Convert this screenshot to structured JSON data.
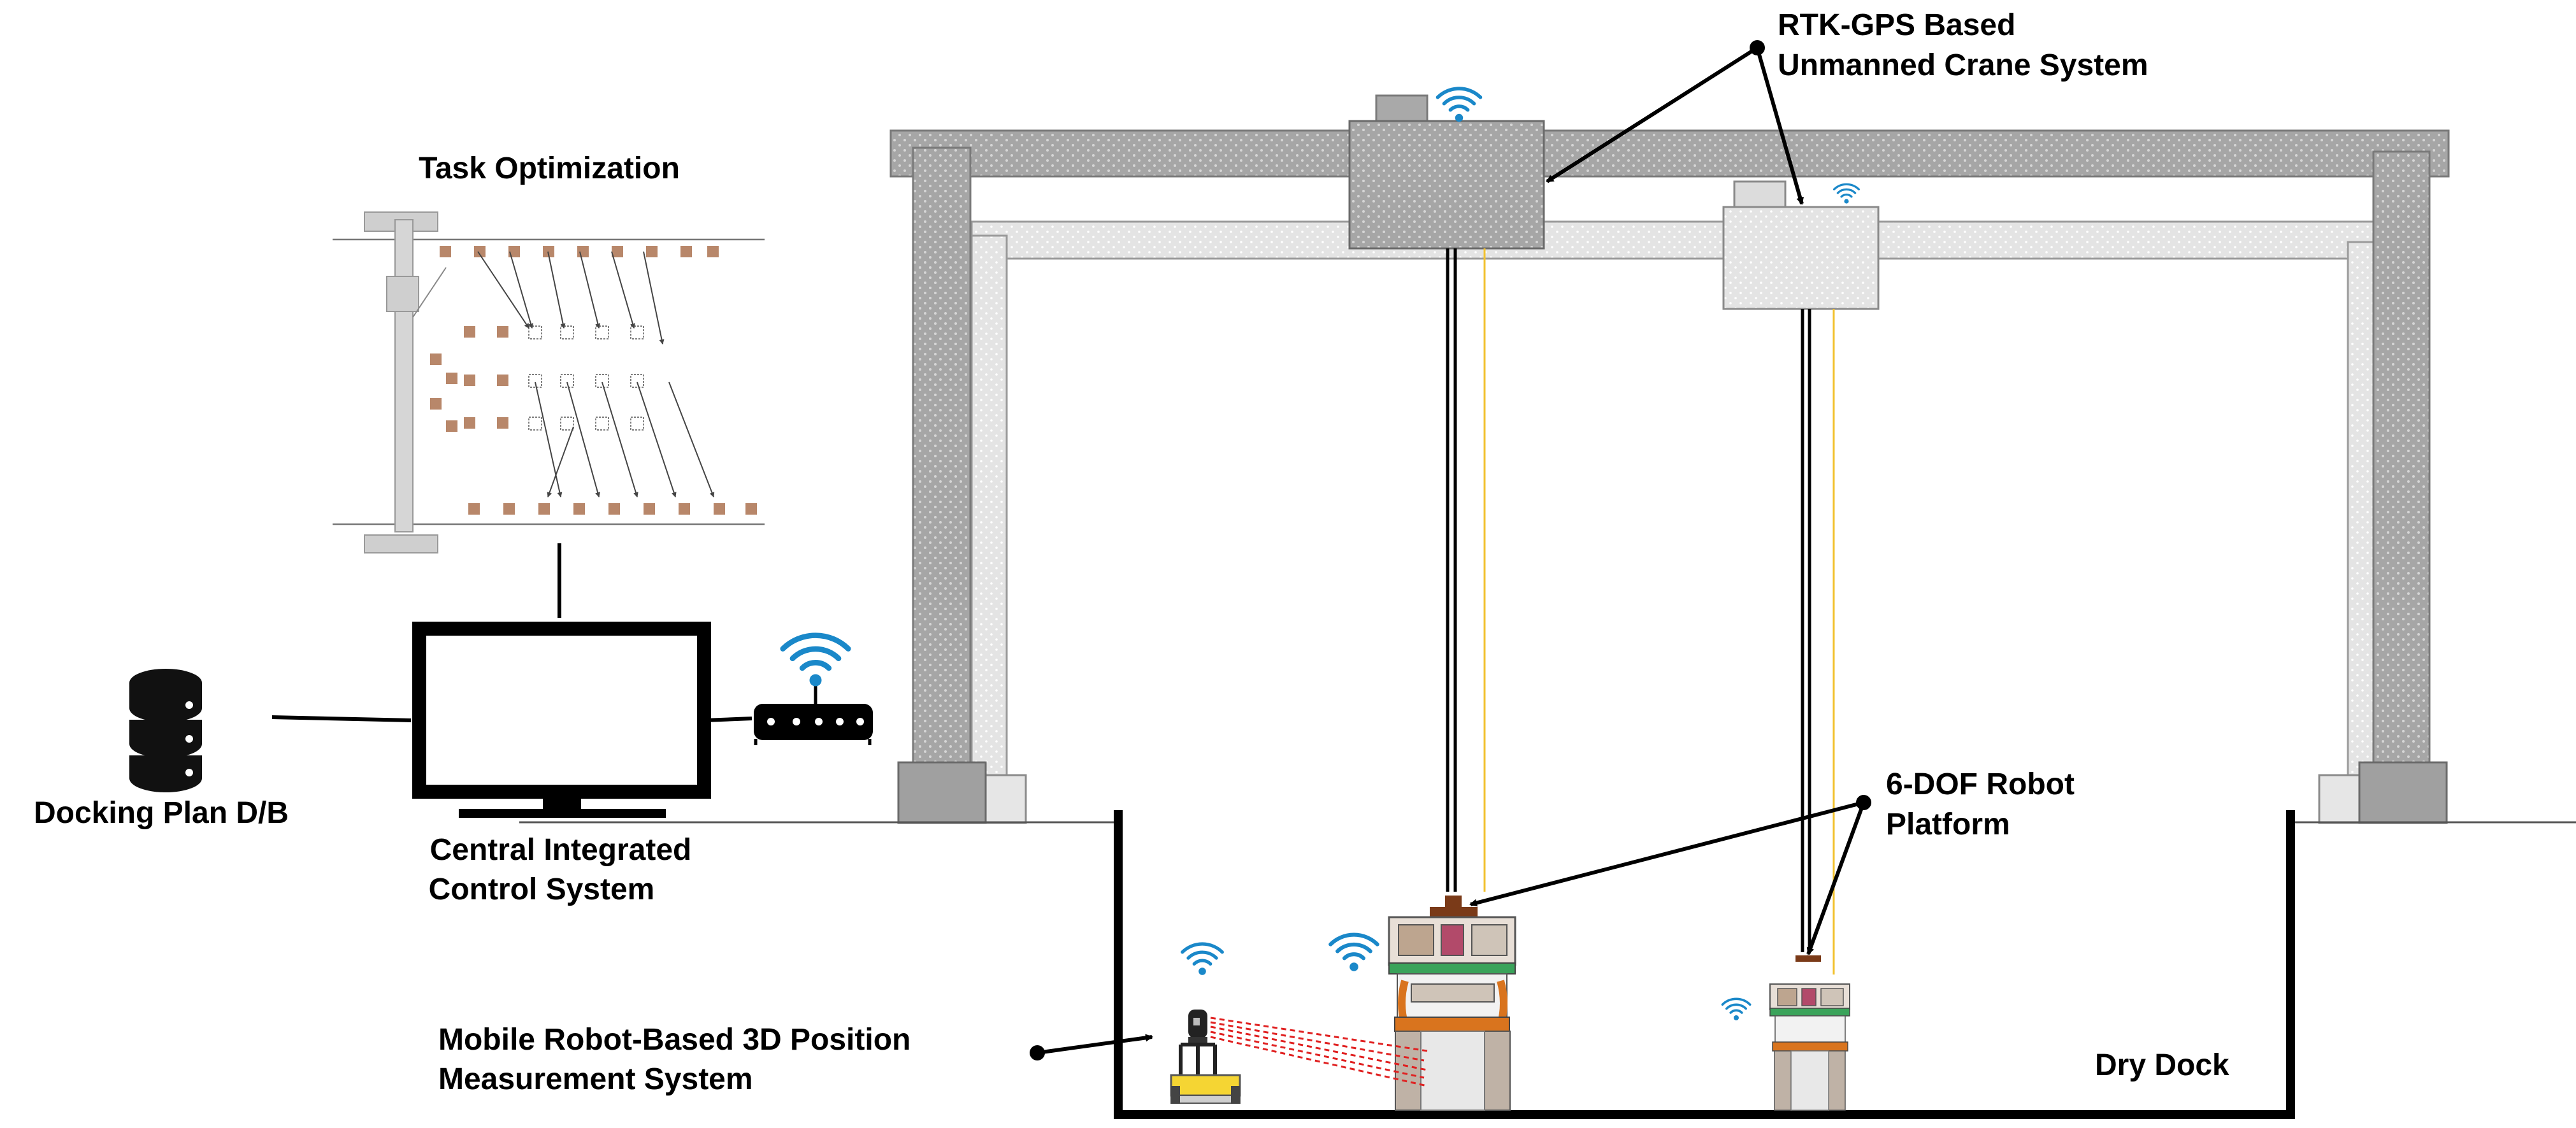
{
  "labels": {
    "task_optimization": "Task Optimization",
    "docking_plan_line1": "Docking Plan D/B",
    "control_line1": "Central Integrated",
    "control_line2": "Control System",
    "crane_line1": "RTK-GPS Based",
    "crane_line2": "Unmanned Crane System",
    "platform_line1": "6-DOF Robot",
    "platform_line2": "Platform",
    "mobile_line1": "Mobile Robot-Based 3D Position",
    "mobile_line2": "Measurement System",
    "dry_dock": "Dry Dock"
  },
  "colors": {
    "crane_dark": "#a9a9a9",
    "crane_light": "#e6e6e6",
    "wifi": "#1a88c9",
    "block": "#b8876a",
    "cable_yellow": "#f2c230",
    "laser": "#e02020",
    "robot_yellow": "#f5d533",
    "platform_green": "#3aa35a",
    "platform_orange": "#d9741e"
  },
  "icons": [
    "database-icon",
    "monitor-icon",
    "router-icon",
    "wifi-icon",
    "laser-scanner-icon"
  ]
}
